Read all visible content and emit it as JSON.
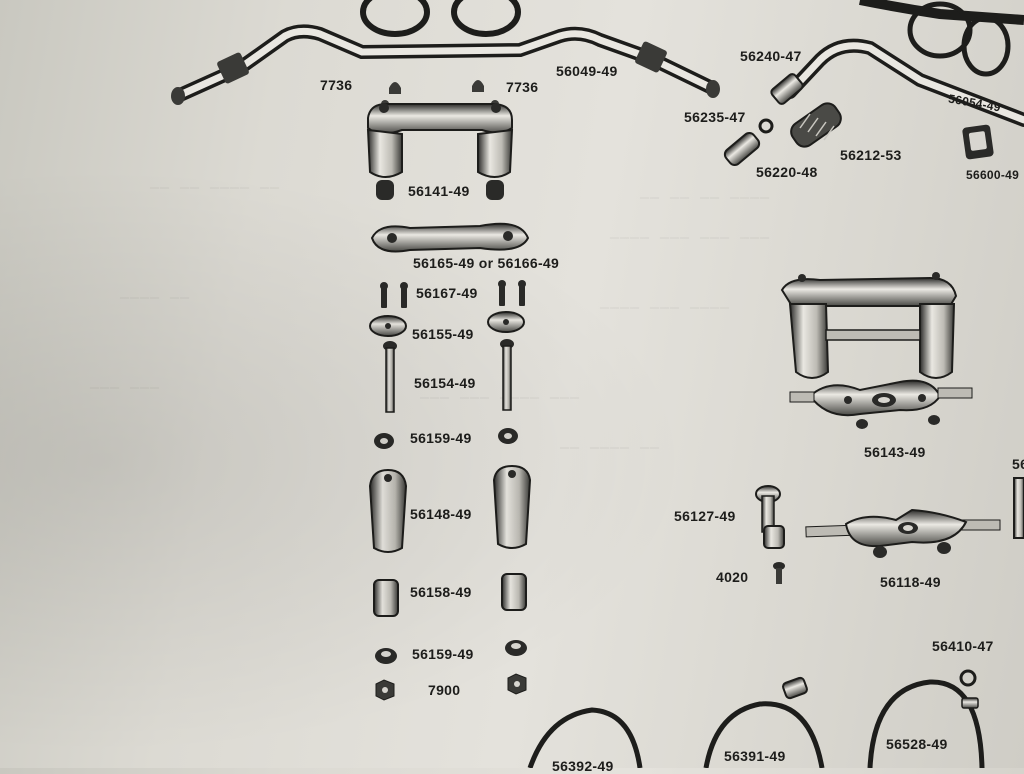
{
  "colors": {
    "paper": "#e2e0da",
    "ink": "#1d1d1b",
    "metal_light": "#d8d6d0",
    "metal_dark": "#2a2a28"
  },
  "parts": {
    "handlebar": "56049-49",
    "bolt_left": "7736",
    "bolt_right": "7736",
    "riser_top": "56141-49",
    "riser_plate": "56165-49 or 56166-49",
    "stud": "56167-49",
    "washer_plate": "56155-49",
    "long_bolt": "56154-49",
    "bushing_top": "56159-49",
    "riser_body": "56148-49",
    "cushion": "56158-49",
    "bushing_bottom": "56159-49",
    "nut": "7900",
    "handlebar_right": "56054-49",
    "clamp_56240": "56240-47",
    "grip_sleeve": "56235-47",
    "grip_end": "56220-48",
    "grip": "56212-53",
    "grip_cap": "56600-49",
    "fork_assembly": "56143-49",
    "clamp_arm": "56127-49",
    "screw": "4020",
    "bracket": "56118-49",
    "cable_56410": "56410-47",
    "cable_56391": "56391-49",
    "cable_56528": "56528-49",
    "cable_left_partial": "56392-49",
    "edge_partial": "56"
  }
}
